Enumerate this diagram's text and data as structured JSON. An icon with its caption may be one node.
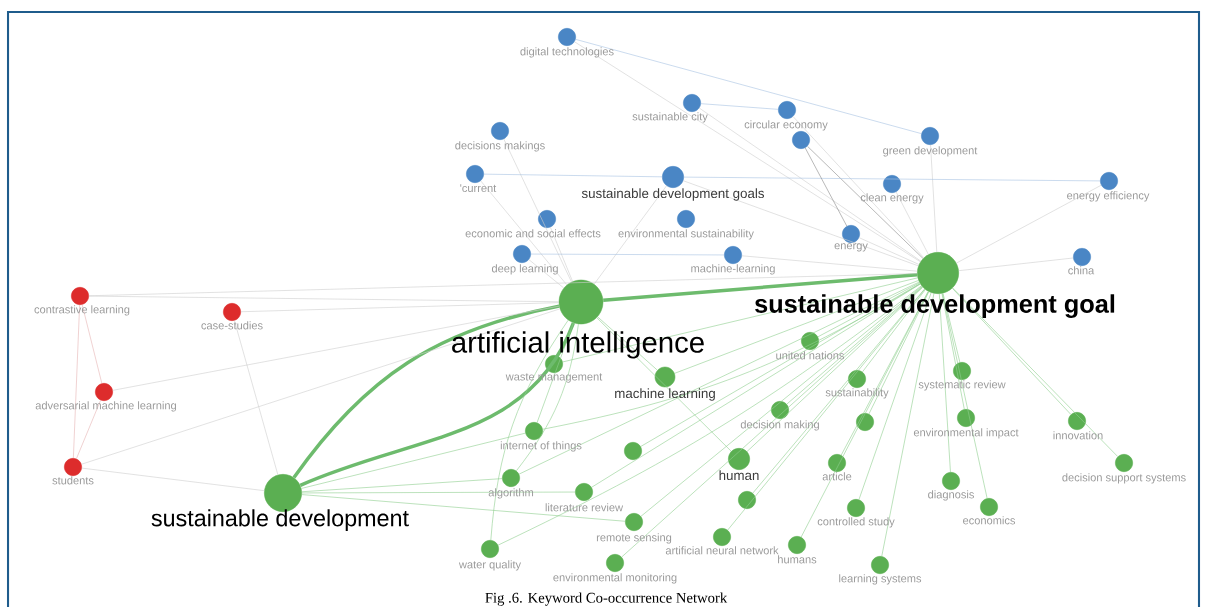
{
  "diagram": {
    "caption": "Fig .6. Keyword Co-occurrence Network",
    "nodes": [
      {
        "text": [
          "digital technologies"
        ]
      },
      {
        "text": [
          "sustainable city"
        ]
      },
      {
        "text": [
          "circular economy"
        ]
      },
      {
        "text": [],
        "shape": "circle"
      },
      {
        "text": [
          "decisions makings"
        ]
      },
      {
        "text": [
          "green development"
        ]
      },
      {
        "text": [
          "'current"
        ]
      },
      {
        "text": [
          "sustainable development goals"
        ]
      },
      {
        "text": [
          "clean energy"
        ]
      },
      {
        "text": [
          "energy efficiency"
        ]
      },
      {
        "text": [
          "economic and social effects"
        ]
      },
      {
        "text": [
          "environmental sustainability"
        ]
      },
      {
        "text": [
          "energy"
        ]
      },
      {
        "text": [
          "deep learning"
        ]
      },
      {
        "text": [
          "machine-learning"
        ]
      },
      {
        "text": [
          "china"
        ]
      },
      {
        "text": [
          "contrastive learning"
        ]
      },
      {
        "text": [
          "case-studies"
        ]
      },
      {
        "text": [
          "adversarial machine learning"
        ]
      },
      {
        "text": [
          "students"
        ]
      },
      {
        "text": [
          "artificial intelligence"
        ]
      },
      {
        "text": [
          "sustainable development goal"
        ]
      },
      {
        "text": [
          "sustainable development"
        ]
      },
      {
        "text": [
          "united nations"
        ]
      },
      {
        "text": [
          "waste management"
        ]
      },
      {
        "text": [
          "machine learning"
        ]
      },
      {
        "text": [
          "sustainability"
        ]
      },
      {
        "text": [
          "systematic review"
        ]
      },
      {
        "text": [
          "decision making"
        ]
      },
      {
        "text": [],
        "shape": "circle"
      },
      {
        "text": [
          "environmental impact"
        ]
      },
      {
        "text": [
          "innovation"
        ]
      },
      {
        "text": [
          "internet of things"
        ]
      },
      {
        "text": [],
        "shape": "circle"
      },
      {
        "text": [
          "human"
        ]
      },
      {
        "text": [
          "article"
        ]
      },
      {
        "text": [
          "decision support systems"
        ]
      },
      {
        "text": [
          "algorithm"
        ]
      },
      {
        "text": [
          "literature review"
        ]
      },
      {
        "text": [
          "diagnosis"
        ]
      },
      {
        "text": [],
        "shape": "circle"
      },
      {
        "text": [
          "controlled study"
        ]
      },
      {
        "text": [
          "economics"
        ]
      },
      {
        "text": [
          "remote sensing"
        ]
      },
      {
        "text": [
          "artificial neural network"
        ]
      },
      {
        "text": [
          "humans"
        ]
      },
      {
        "text": [
          "water quality"
        ]
      },
      {
        "text": [
          "environmental monitoring"
        ]
      },
      {
        "text": [
          "learning systems"
        ]
      }
    ],
    "edges": [
      {
        "from": 20,
        "to": 21,
        "arrow": "none",
        "style": "thick",
        "color": "#6dbb6d"
      },
      {
        "from": 22,
        "to": 20,
        "arrow": "none",
        "style": "thick",
        "color": "#6dbb6d"
      },
      {
        "from": 22,
        "to": 20,
        "arrow": "none",
        "style": "thick",
        "color": "#6dbb6d"
      },
      {
        "from": 21,
        "to": 23,
        "arrow": "none",
        "color": "#8fcf8f"
      },
      {
        "from": 21,
        "to": 24,
        "arrow": "none",
        "color": "#8fcf8f"
      },
      {
        "from": 21,
        "to": 25,
        "arrow": "none",
        "color": "#8fcf8f"
      },
      {
        "from": 21,
        "to": 26,
        "arrow": "none",
        "color": "#8fcf8f"
      },
      {
        "from": 21,
        "to": 27,
        "arrow": "none",
        "color": "#8fcf8f"
      },
      {
        "from": 21,
        "to": 28,
        "arrow": "none",
        "color": "#8fcf8f"
      },
      {
        "from": 21,
        "to": 29,
        "arrow": "none",
        "color": "#8fcf8f"
      },
      {
        "from": 21,
        "to": 30,
        "arrow": "none",
        "color": "#8fcf8f"
      },
      {
        "from": 21,
        "to": 31,
        "arrow": "none",
        "color": "#8fcf8f"
      },
      {
        "from": 21,
        "to": 32,
        "arrow": "none",
        "color": "#8fcf8f"
      },
      {
        "from": 21,
        "to": 33,
        "arrow": "none",
        "color": "#8fcf8f"
      },
      {
        "from": 21,
        "to": 34,
        "arrow": "none",
        "color": "#8fcf8f"
      },
      {
        "from": 21,
        "to": 35,
        "arrow": "none",
        "color": "#8fcf8f"
      },
      {
        "from": 21,
        "to": 36,
        "arrow": "none",
        "color": "#8fcf8f"
      },
      {
        "from": 21,
        "to": 37,
        "arrow": "none",
        "color": "#8fcf8f"
      },
      {
        "from": 21,
        "to": 38,
        "arrow": "none",
        "color": "#8fcf8f"
      },
      {
        "from": 21,
        "to": 39,
        "arrow": "none",
        "color": "#8fcf8f"
      },
      {
        "from": 21,
        "to": 40,
        "arrow": "none",
        "color": "#8fcf8f"
      },
      {
        "from": 21,
        "to": 41,
        "arrow": "none",
        "color": "#8fcf8f"
      },
      {
        "from": 21,
        "to": 42,
        "arrow": "none",
        "color": "#8fcf8f"
      },
      {
        "from": 21,
        "to": 43,
        "arrow": "none",
        "color": "#8fcf8f"
      },
      {
        "from": 21,
        "to": 44,
        "arrow": "none",
        "color": "#8fcf8f"
      },
      {
        "from": 21,
        "to": 45,
        "arrow": "none",
        "color": "#8fcf8f"
      },
      {
        "from": 21,
        "to": 46,
        "arrow": "none",
        "color": "#8fcf8f"
      },
      {
        "from": 21,
        "to": 47,
        "arrow": "none",
        "color": "#8fcf8f"
      },
      {
        "from": 21,
        "to": 48,
        "arrow": "none",
        "color": "#8fcf8f"
      },
      {
        "from": 20,
        "to": 25,
        "arrow": "none",
        "color": "#8fcf8f"
      },
      {
        "from": 20,
        "to": 32,
        "arrow": "none",
        "color": "#8fcf8f"
      },
      {
        "from": 20,
        "to": 34,
        "arrow": "none",
        "color": "#8fcf8f"
      },
      {
        "from": 20,
        "to": 37,
        "arrow": "none",
        "color": "#8fcf8f"
      },
      {
        "from": 20,
        "to": 46,
        "arrow": "none",
        "color": "#8fcf8f"
      },
      {
        "from": 22,
        "to": 37,
        "arrow": "none",
        "color": "#8fcf8f"
      },
      {
        "from": 22,
        "to": 38,
        "arrow": "none",
        "color": "#8fcf8f"
      },
      {
        "from": 22,
        "to": 32,
        "arrow": "none",
        "color": "#8fcf8f"
      },
      {
        "from": 22,
        "to": 43,
        "arrow": "none",
        "color": "#8fcf8f"
      },
      {
        "from": 21,
        "to": 0,
        "arrow": "none"
      },
      {
        "from": 21,
        "to": 1,
        "arrow": "none"
      },
      {
        "from": 21,
        "to": 2,
        "arrow": "none"
      },
      {
        "from": 21,
        "to": 3,
        "arrow": "none",
        "color": "#8a8a8a"
      },
      {
        "from": 21,
        "to": 5,
        "arrow": "none"
      },
      {
        "from": 21,
        "to": 7,
        "arrow": "none"
      },
      {
        "from": 21,
        "to": 8,
        "arrow": "none"
      },
      {
        "from": 21,
        "to": 9,
        "arrow": "none"
      },
      {
        "from": 21,
        "to": 12,
        "arrow": "none"
      },
      {
        "from": 21,
        "to": 14,
        "arrow": "none"
      },
      {
        "from": 21,
        "to": 15,
        "arrow": "none"
      },
      {
        "from": 20,
        "to": 4,
        "arrow": "none"
      },
      {
        "from": 20,
        "to": 6,
        "arrow": "none"
      },
      {
        "from": 20,
        "to": 7,
        "arrow": "none"
      },
      {
        "from": 20,
        "to": 10,
        "arrow": "none"
      },
      {
        "from": 20,
        "to": 13,
        "arrow": "none"
      },
      {
        "from": 20,
        "to": 16,
        "arrow": "none"
      },
      {
        "from": 20,
        "to": 17,
        "arrow": "none"
      },
      {
        "from": 20,
        "to": 18,
        "arrow": "none"
      },
      {
        "from": 20,
        "to": 19,
        "arrow": "none"
      },
      {
        "from": 21,
        "to": 16,
        "arrow": "none"
      },
      {
        "from": 22,
        "to": 17,
        "arrow": "none"
      },
      {
        "from": 22,
        "to": 19,
        "arrow": "none"
      },
      {
        "from": 16,
        "to": 18,
        "arrow": "none",
        "color": "#e6b3b3"
      },
      {
        "from": 16,
        "to": 19,
        "arrow": "none",
        "color": "#e6b3b3"
      },
      {
        "from": 18,
        "to": 19,
        "arrow": "none",
        "color": "#e6b3b3"
      },
      {
        "from": 1,
        "to": 2,
        "arrow": "none",
        "color": "#a7c3e2"
      },
      {
        "from": 7,
        "to": 9,
        "arrow": "none",
        "color": "#a7c3e2"
      },
      {
        "from": 0,
        "to": 5,
        "arrow": "none",
        "color": "#a7c3e2"
      },
      {
        "from": 3,
        "to": 12,
        "arrow": "none",
        "color": "#8a8a8a"
      },
      {
        "from": 13,
        "to": 14,
        "arrow": "none",
        "color": "#a7c3e2"
      },
      {
        "from": 6,
        "to": 7,
        "arrow": "none",
        "color": "#a7c3e2"
      }
    ]
  }
}
